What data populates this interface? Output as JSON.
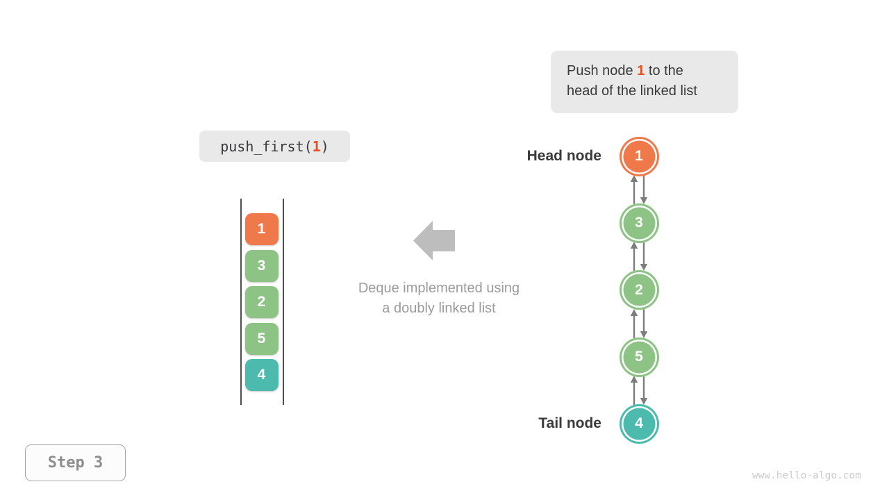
{
  "step": {
    "label": "Step 3"
  },
  "watermark": {
    "text": "www.hello-algo.com"
  },
  "annotation": {
    "line1_pre": "Push node ",
    "line1_num": "1",
    "line1_post": " to the",
    "line2": "head of the linked list"
  },
  "operation": {
    "code_before": "push_first(",
    "arg": "1",
    "code_after": ")"
  },
  "deque": {
    "caption_line1": "Deque implemented using",
    "caption_line2": "a doubly linked list",
    "items": [
      {
        "value": "1",
        "color": "#F0794B"
      },
      {
        "value": "3",
        "color": "#8DC385"
      },
      {
        "value": "2",
        "color": "#8DC385"
      },
      {
        "value": "5",
        "color": "#8DC385"
      },
      {
        "value": "4",
        "color": "#4CBBAE"
      }
    ]
  },
  "linked_list": {
    "head_label": "Head node",
    "tail_label": "Tail node",
    "nodes": [
      {
        "value": "1",
        "color": "#F0794B"
      },
      {
        "value": "3",
        "color": "#8DC385"
      },
      {
        "value": "2",
        "color": "#8DC385"
      },
      {
        "value": "5",
        "color": "#8DC385"
      },
      {
        "value": "4",
        "color": "#4CBBAE"
      }
    ]
  },
  "colors": {
    "highlight": "#E8501F",
    "orange": "#F0794B",
    "green": "#8DC385",
    "teal": "#4CBBAE",
    "link_arrow": "#7D7D7D",
    "big_arrow": "#BDBDBD",
    "box_bg": "#E9E9E9",
    "dark_text": "#3A3A3C",
    "muted_text": "#9B9B9B",
    "step_text": "#8E8E8E",
    "watermark_text": "#CBCBCB"
  }
}
